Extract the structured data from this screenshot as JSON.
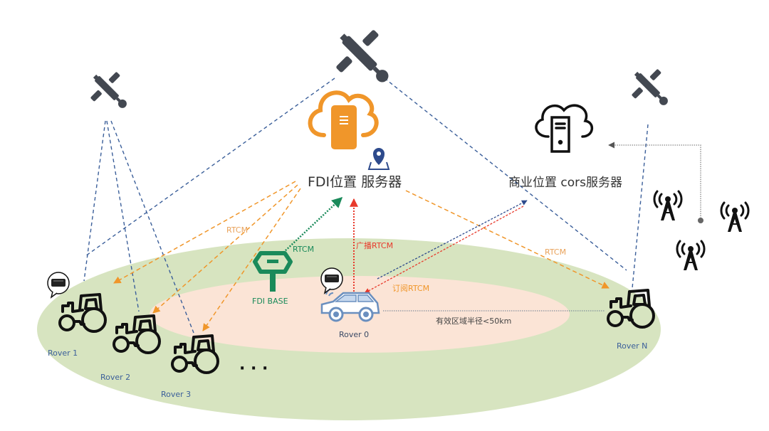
{
  "servers": {
    "fdi": {
      "label": "FDI位置 服务器"
    },
    "commercial": {
      "label": "商业位置 cors服务器"
    }
  },
  "base": {
    "label": "FDI BASE"
  },
  "rovers": [
    {
      "label": "Rover 0"
    },
    {
      "label": "Rover 1"
    },
    {
      "label": "Rover 2"
    },
    {
      "label": "Rover 3"
    },
    {
      "label": "Rover N"
    }
  ],
  "ellipsis": "· · ·",
  "links": {
    "rtcm_left": "RTCM",
    "rtcm_base": "RTCM",
    "rtcm_broadcast": "广播RTCM",
    "rtcm_subscribe": "订阅RTCM",
    "rtcm_right": "RTCM"
  },
  "range_label": "有效区域半径<50km",
  "colors": {
    "outer_field": "#d7e4c0",
    "inner_zone": "#fbe4d6",
    "fdi_orange": "#f0962a",
    "base_green": "#1a8a5a",
    "satellite": "#434851",
    "dash_blue": "#3b5f9a",
    "broadcast_red": "#e8392b",
    "pin_blue": "#2d4a8c"
  }
}
